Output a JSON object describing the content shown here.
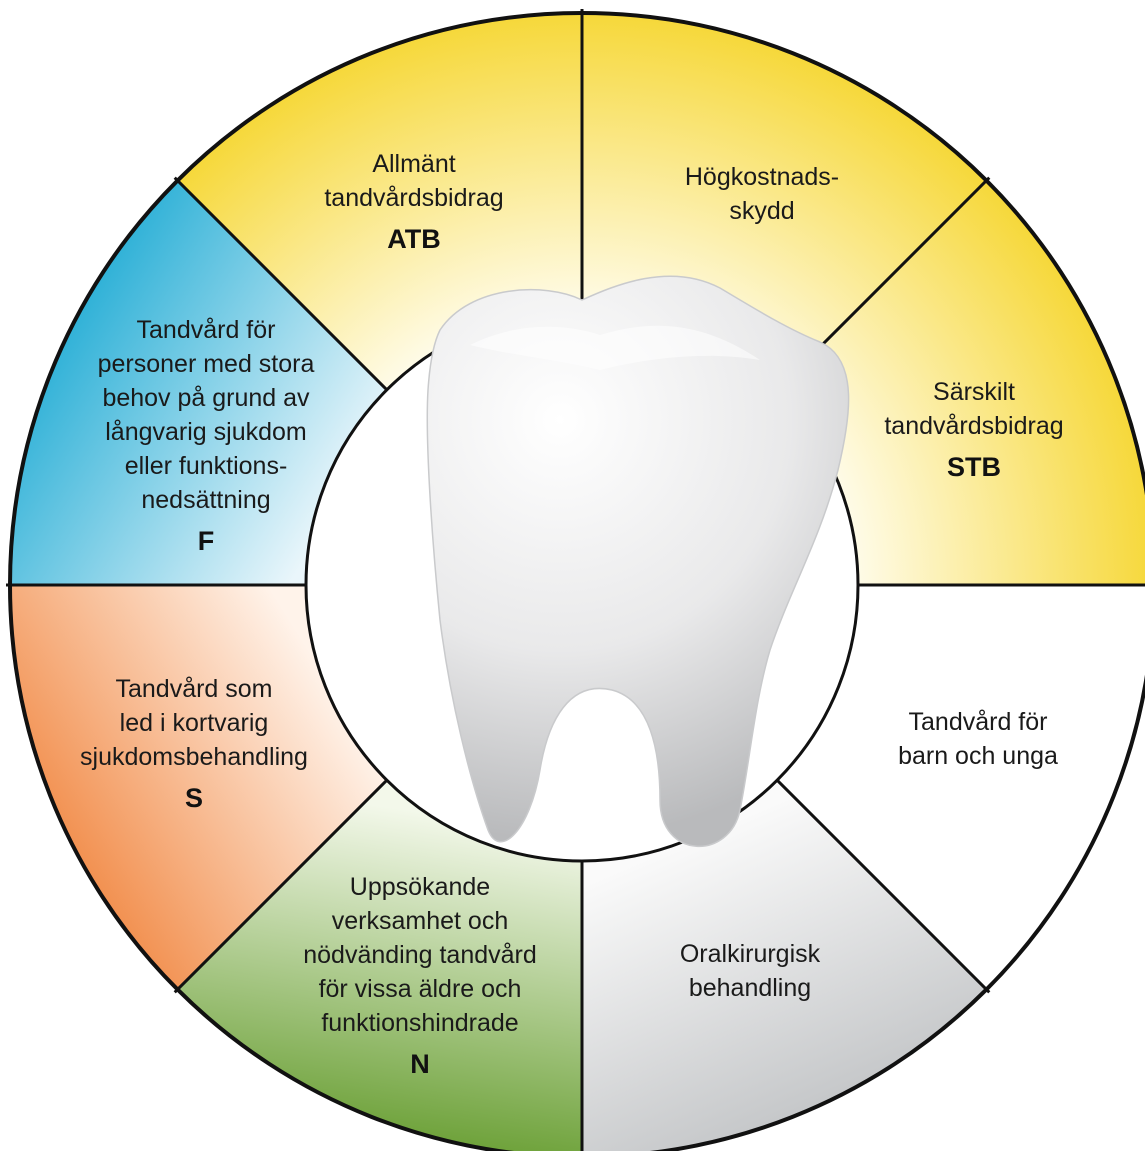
{
  "segments": [
    {
      "id": "atb",
      "lines": [
        "Allmänt",
        "tandvårdsbidrag"
      ],
      "code": "ATB",
      "color": "#f6d735"
    },
    {
      "id": "hogkostnadsskydd",
      "lines": [
        "Högkostnads-",
        "skydd"
      ],
      "code": "",
      "color": "#f6d735"
    },
    {
      "id": "stb",
      "lines": [
        "Särskilt",
        "tandvårdsbidrag"
      ],
      "code": "STB",
      "color": "#f6d735"
    },
    {
      "id": "barn-och-unga",
      "lines": [
        "Tandvård för",
        "barn och unga"
      ],
      "code": "",
      "color": "#ffffff"
    },
    {
      "id": "oralkirurgisk",
      "lines": [
        "Oralkirurgisk",
        "behandling"
      ],
      "code": "",
      "color": "#c4c6c8"
    },
    {
      "id": "n",
      "lines": [
        "Uppsökande",
        "verksamhet och",
        "nödvänding tandvård",
        "för vissa äldre och",
        "funktionshindrade"
      ],
      "code": "N",
      "color": "#6ea23a"
    },
    {
      "id": "s",
      "lines": [
        "Tandvård som",
        "led i kortvarig",
        "sjukdomsbehandling"
      ],
      "code": "S",
      "color": "#ef7a2d"
    },
    {
      "id": "f",
      "lines": [
        "Tandvård för",
        "personer med stora",
        "behov på grund av",
        "långvarig sjukdom",
        "eller funktions-",
        "nedsättning"
      ],
      "code": "F",
      "color": "#19a9d3"
    }
  ],
  "center_icon": "tooth-icon"
}
